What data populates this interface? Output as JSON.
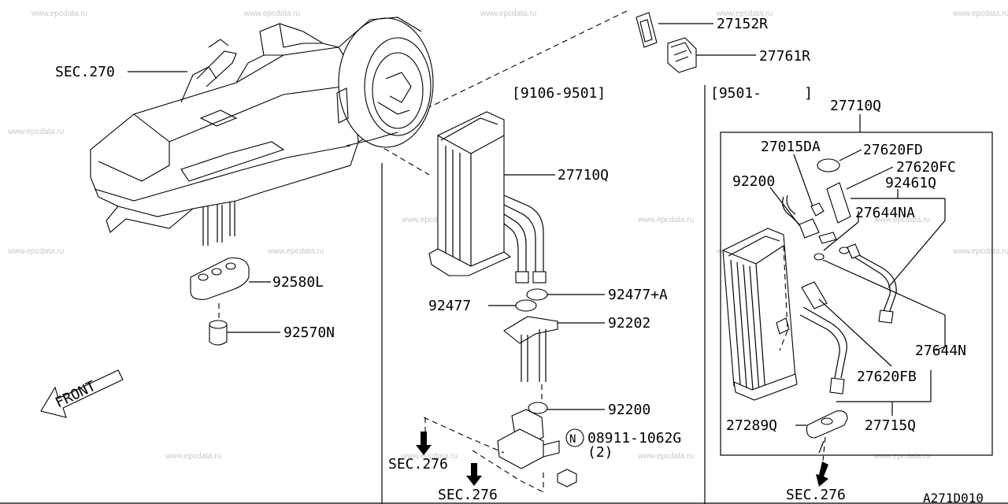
{
  "watermark": "www.epcdata.ru",
  "diagram_id": "A271D010",
  "front_label": "FRONT",
  "sections": {
    "heater_unit_ref": "SEC.270",
    "left_ref_1": "SEC.276",
    "left_ref_2": "SEC.276",
    "right_ref": "SEC.276"
  },
  "date_ranges": {
    "middle": "[9106-9501]",
    "right": "[9501-     ]"
  },
  "parts": {
    "p27152R": "27152R",
    "p27761R": "27761R",
    "p27710Q_mid": "27710Q",
    "p92580L": "92580L",
    "p92570N": "92570N",
    "p92477": "92477",
    "p92477A": "92477+A",
    "p92202": "92202",
    "p92200_mid": "92200",
    "p08911_circle": "N",
    "p08911": "08911-1062G",
    "p08911_qty": "(2)",
    "p27710Q_right": "27710Q",
    "p27015DA": "27015DA",
    "p27620FD": "27620FD",
    "p92200_right": "92200",
    "p27620FC": "27620FC",
    "p92461Q": "92461Q",
    "p27644NA": "27644NA",
    "p27644N": "27644N",
    "p27620FB": "27620FB",
    "p27289Q": "27289Q",
    "p27715Q": "27715Q"
  }
}
